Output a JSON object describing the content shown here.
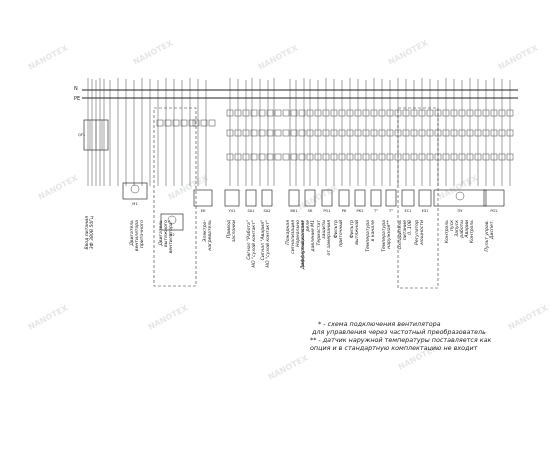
{
  "bus_labels": {
    "n": "N",
    "pe": "PE"
  },
  "input_breaker_label": "QF1",
  "groups": [
    {
      "id": "input",
      "tag": "",
      "label": "Ввод питания\n3Ф 380В 50Гц",
      "dashed": false
    },
    {
      "id": "fan",
      "tag": "М1",
      "label": "Двигатель\nвентилятора\nприточного",
      "dashed": false
    },
    {
      "id": "fan2",
      "tag": "М2",
      "label": "Двигатель\nвытяжного\nвентилятора*",
      "dashed": true
    },
    {
      "id": "heater",
      "tag": "ЕК",
      "label": "Электро-\nнагреватель",
      "dashed": false
    },
    {
      "id": "valve",
      "tag": "YV1",
      "label": "Привод\nзаслонки",
      "dashed": false
    },
    {
      "id": "s1",
      "tag": "SA1",
      "label": "Сигнал \"Работа\"\nНО \"сухой контакт\"",
      "dashed": false
    },
    {
      "id": "s2",
      "tag": "SA2",
      "label": "Сигнал \"Авария\"\nНО \"сухой контакт\"",
      "dashed": false
    },
    {
      "id": "fire",
      "tag": "ВК1",
      "label": "Пожарная\nсигнализация\nНормально\nзамкнутый контакт",
      "dashed": false
    },
    {
      "id": "press",
      "tag": "SК",
      "label": "Дифференциальное\nреле\nдавления М1",
      "dashed": false
    },
    {
      "id": "press2",
      "tag": "РО1",
      "label": "Термостат\nзащиты\nот замерзания",
      "dashed": false
    },
    {
      "id": "filt",
      "tag": "РК",
      "label": "Фильтр\nприточный",
      "dashed": false
    },
    {
      "id": "filt2",
      "tag": "РК2",
      "label": "Фильтр\nвытяжной",
      "dashed": false
    },
    {
      "id": "t1",
      "tag": "Т°",
      "label": "Температура\nв канале",
      "dashed": false
    },
    {
      "id": "t2",
      "tag": "Т°",
      "label": "Температура\nнаружная**",
      "dashed": false
    },
    {
      "id": "cooler",
      "tag": "EC1",
      "label": "Охладитель\nпитание\n0..10В",
      "dashed": true
    },
    {
      "id": "ref",
      "tag": "ЕЗ1",
      "label": "Регулятор\nмощности",
      "dashed": true
    },
    {
      "id": "ctrl",
      "tag": "ПУ",
      "label": "Контроль\nпуск\nЗапуск\nработы\nАварии\nКонтроль",
      "dashed": false
    },
    {
      "id": "remote",
      "tag": "PO2",
      "label": "Пульт управ.\nДиспет.",
      "dashed": false
    }
  ],
  "notes": [
    "* - схема подключения вентилятора",
    "для управления через частотный преобразователь",
    "** - датчик наружной температуры поставляется как",
    "опция и в стандартную комплектацию не входит"
  ],
  "watermark": "NANOTEX"
}
